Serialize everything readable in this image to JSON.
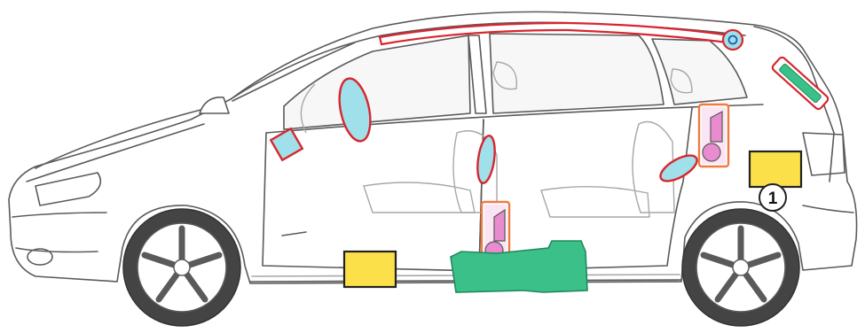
{
  "callouts": [
    {
      "number": "1"
    }
  ],
  "colors": {
    "background": "#ffffff",
    "outline": "#5a5a5a",
    "outline_light": "#a8a8a8",
    "component_outline": "#d8262f",
    "airbag_fill": "#9fe0ea",
    "module_fill": "#e98ccf",
    "module_border": "#ef7b43",
    "yellow_box": "#fce04a",
    "green_area": "#3cc08a",
    "green_area_border": "#1f8a5c",
    "window_fill": "#f7f7f7",
    "tire_fill": "#444444",
    "callout_circle_fill": "#ffffff"
  },
  "icons": [
    "car-side-outline",
    "airbag-shape",
    "sensor-module-shape",
    "control-unit-box",
    "battery-area-shape",
    "callout-marker"
  ]
}
